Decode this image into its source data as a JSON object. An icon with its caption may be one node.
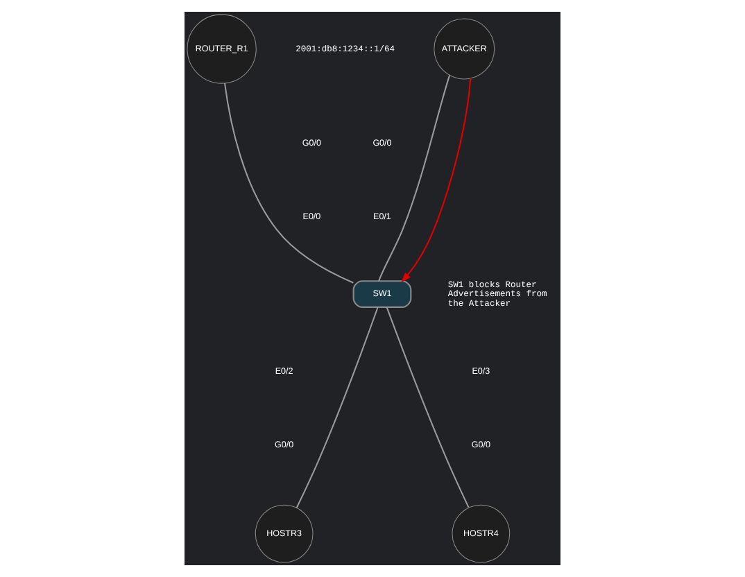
{
  "diagram": {
    "nodes": [
      {
        "text": [
          "ROUTER_R1"
        ]
      },
      {
        "text": [
          "ATTACKER"
        ]
      },
      {
        "text": [
          "SW1"
        ]
      },
      {
        "text": [
          "HOSTR3"
        ]
      },
      {
        "text": [
          "HOSTR4"
        ]
      }
    ],
    "edges": [
      {
        "from": 0,
        "to": 2,
        "arrow": "none"
      },
      {
        "from": 1,
        "to": 2,
        "arrow": "none"
      },
      {
        "from": 2,
        "to": 3,
        "arrow": "none"
      },
      {
        "from": 2,
        "to": 4,
        "arrow": "none"
      },
      {
        "from": 1,
        "to": 2,
        "arrow": "to",
        "color": "#e00000"
      }
    ],
    "labels": [
      "2001:db8:1234::1/64",
      "G0/0",
      "G0/0",
      "E0/0",
      "E0/1",
      "SW1 blocks Router Advertisements from the Attacker",
      "E0/2",
      "E0/3",
      "G0/0",
      "G0/0"
    ]
  }
}
